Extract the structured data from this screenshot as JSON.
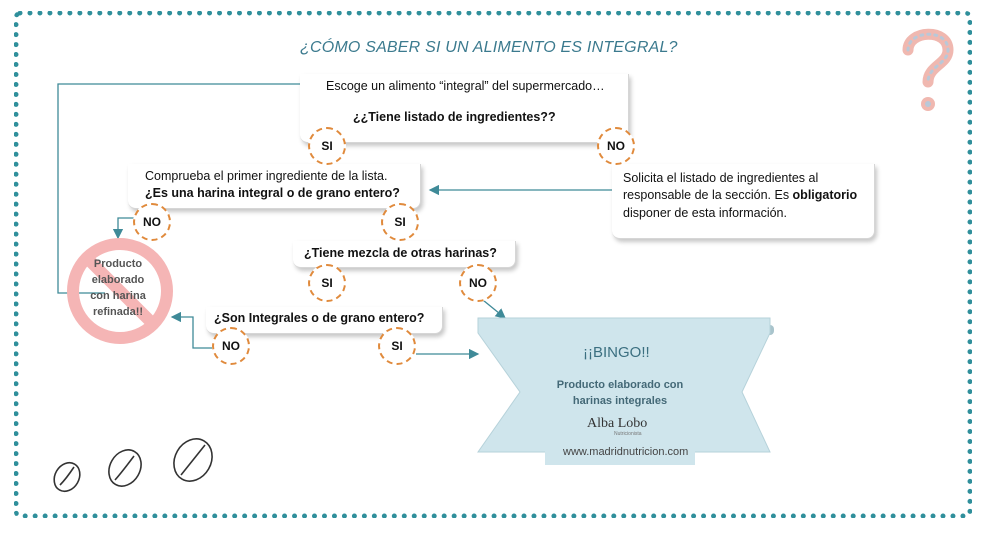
{
  "title": "¿CÓMO SABER SI UN ALIMENTO ES INTEGRAL?",
  "steps": {
    "choose": "Escoge un alimento “integral” del supermercado…",
    "has_list": "¿¿Tiene listado de ingredientes??",
    "check_first_line1": "Comprueba el primer ingrediente de la lista.",
    "check_first_line2": "¿Es una harina integral o de grano entero?",
    "request_line1": "Solicita el listado de ingredientes al",
    "request_line2_a": "responsable de la sección. Es ",
    "request_line2_b": "obligatorio",
    "request_line3": "disponer de esta información.",
    "mixture": "¿Tiene mezcla de otras harinas?",
    "integrals": "¿Son Integrales o de grano entero?"
  },
  "answers": {
    "si": "SI",
    "no": "NO"
  },
  "refined": {
    "line1": "Producto",
    "line2": "elaborado",
    "line3": "con harina",
    "line4": "refinada!!"
  },
  "bingo": {
    "title": "¡¡BINGO!!",
    "subtitle_line1": "Producto elaborado con",
    "subtitle_line2": "harinas integrales",
    "brand": "Alba Lobo",
    "brand_sub": "Nutricionista",
    "url": "www.madridnutricion.com"
  },
  "colors": {
    "frame": "#2f8f9b",
    "arrows": "#3f8a98",
    "circle_border": "#e08a3c",
    "forbid": "#f5b5b5",
    "banner": "#cfe5ec",
    "title": "#3b7a8e"
  }
}
